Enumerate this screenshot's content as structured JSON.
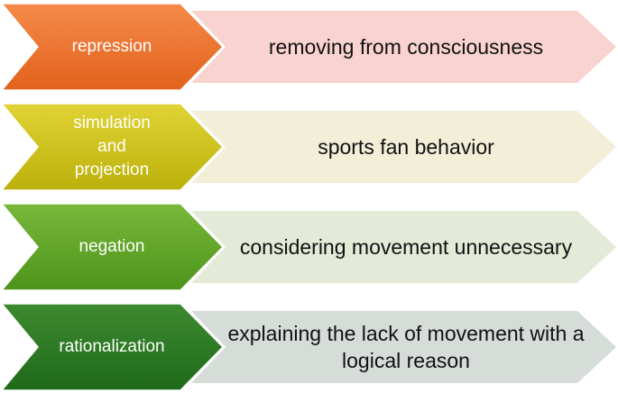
{
  "rows": [
    {
      "term": "repression",
      "description": "removing from consciousness",
      "colors": {
        "arrow_light": "#f58a4a",
        "arrow_dark": "#e2621c",
        "box": "#f9d3cf"
      }
    },
    {
      "term": "simulation\nand\nprojection",
      "description": "sports fan behavior",
      "colors": {
        "arrow_light": "#e0d436",
        "arrow_dark": "#bcb00a",
        "box": "#f2eed8"
      }
    },
    {
      "term": "negation",
      "description": "considering movement unnecessary",
      "colors": {
        "arrow_light": "#78b83a",
        "arrow_dark": "#4d941c",
        "box": "#e3ebd8"
      }
    },
    {
      "term": "rationalization",
      "description": "explaining the lack of movement with a logical reason",
      "colors": {
        "arrow_light": "#3e8a30",
        "arrow_dark": "#1f6a1a",
        "box": "#d6dcd8"
      }
    }
  ]
}
